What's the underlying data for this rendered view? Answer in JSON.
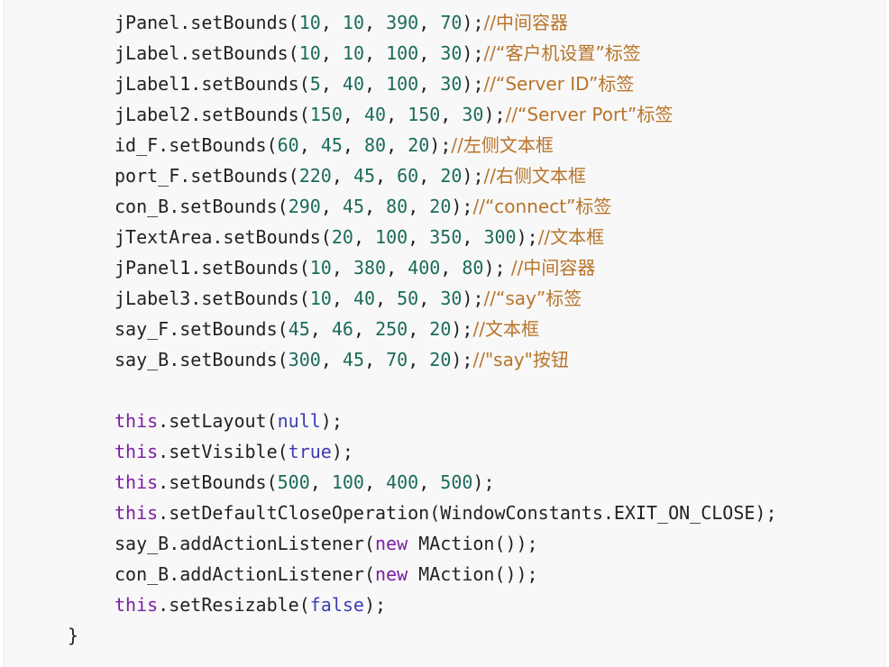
{
  "code": {
    "lines": [
      {
        "target": "jPanel",
        "method": "setBounds",
        "args": [
          "10",
          "10",
          "390",
          "70"
        ],
        "comment": "//中间容器"
      },
      {
        "target": "jLabel",
        "method": "setBounds",
        "args": [
          "10",
          "10",
          "100",
          "30"
        ],
        "comment": "//“客户机设置”标签"
      },
      {
        "target": "jLabel1",
        "method": "setBounds",
        "args": [
          "5",
          "40",
          "100",
          "30"
        ],
        "comment": "//“Server ID”标签"
      },
      {
        "target": "jLabel2",
        "method": "setBounds",
        "args": [
          "150",
          "40",
          "150",
          "30"
        ],
        "comment": "//“Server Port”标签"
      },
      {
        "target": "id_F",
        "method": "setBounds",
        "args": [
          "60",
          "45",
          "80",
          "20"
        ],
        "comment": "//左侧文本框"
      },
      {
        "target": "port_F",
        "method": "setBounds",
        "args": [
          "220",
          "45",
          "60",
          "20"
        ],
        "comment": "//右侧文本框"
      },
      {
        "target": "con_B",
        "method": "setBounds",
        "args": [
          "290",
          "45",
          "80",
          "20"
        ],
        "comment": "//“connect”标签"
      },
      {
        "target": "jTextArea",
        "method": "setBounds",
        "args": [
          "20",
          "100",
          "350",
          "300"
        ],
        "comment": "//文本框"
      },
      {
        "target": "jPanel1",
        "method": "setBounds",
        "args": [
          "10",
          "380",
          "400",
          "80"
        ],
        "comment": " //中间容器"
      },
      {
        "target": "jLabel3",
        "method": "setBounds",
        "args": [
          "10",
          "40",
          "50",
          "30"
        ],
        "comment": "//“say”标签"
      },
      {
        "target": "say_F",
        "method": "setBounds",
        "args": [
          "45",
          "46",
          "250",
          "20"
        ],
        "comment": "//文本框"
      },
      {
        "target": "say_B",
        "method": "setBounds",
        "args": [
          "300",
          "45",
          "70",
          "20"
        ],
        "comment": "//\"say\"按钮"
      }
    ],
    "this_kw": "this",
    "set_layout": ".setLayout(",
    "null_kw": "null",
    "close_semi": ");",
    "set_visible": ".setVisible(",
    "true_kw": "true",
    "set_bounds": ".setBounds(",
    "frame_args": [
      "500",
      "100",
      "400",
      "500"
    ],
    "set_default_close": ".setDefaultCloseOperation(WindowConstants.EXIT_ON_CLOSE);",
    "say_listener_prefix": "say_B.addActionListener(",
    "con_listener_prefix": "con_B.addActionListener(",
    "new_kw": "new",
    "listener_suffix": " MAction());",
    "set_resizable": ".setResizable(",
    "false_kw": "false",
    "closing_brace": "}"
  }
}
